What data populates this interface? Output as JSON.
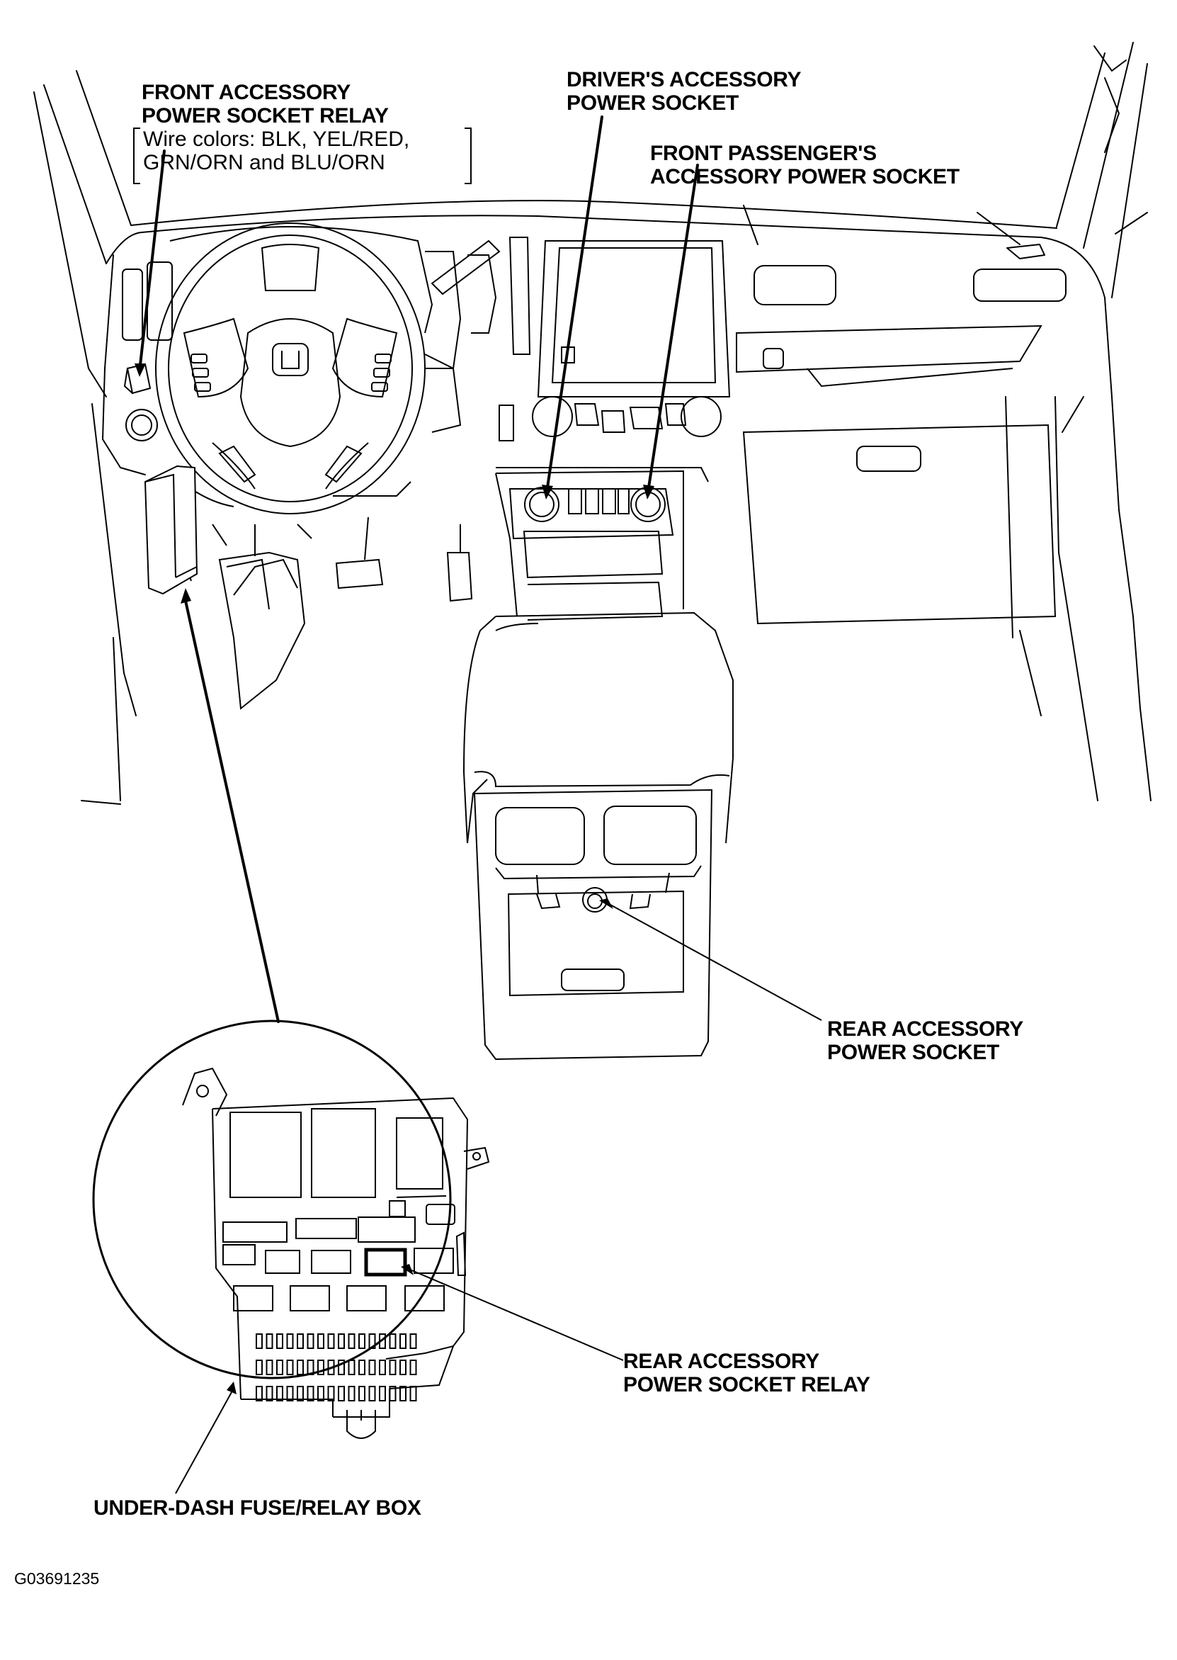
{
  "labels": {
    "front_relay_l1": "FRONT ACCESSORY",
    "front_relay_l2": "POWER SOCKET RELAY",
    "wire_l1": "Wire colors: BLK, YEL/RED,",
    "wire_l2": "GRN/ORN and BLU/ORN",
    "driver_l1": "DRIVER'S ACCESSORY",
    "driver_l2": "POWER SOCKET",
    "passenger_l1": "FRONT PASSENGER'S",
    "passenger_l2": "ACCESSORY POWER SOCKET",
    "rear_socket_l1": "REAR ACCESSORY",
    "rear_socket_l2": "POWER SOCKET",
    "rear_relay_l1": "REAR ACCESSORY",
    "rear_relay_l2": "POWER SOCKET RELAY",
    "fuse_box": "UNDER-DASH FUSE/RELAY BOX"
  },
  "figure_code": "G03691235"
}
